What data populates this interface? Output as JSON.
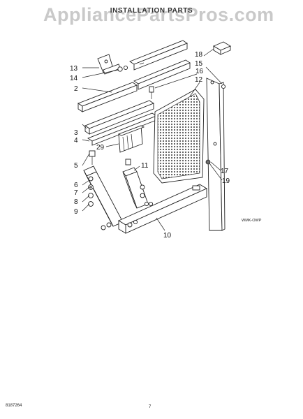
{
  "watermark": "AppliancePartsPros.com",
  "title": "INSTALLATION PARTS",
  "subtitle": "",
  "diagram_code": "WMK-OWP",
  "document_number": "8187264",
  "page_number": "7",
  "callouts": {
    "c2": "2",
    "c3": "3",
    "c4": "4",
    "c5": "5",
    "c6": "6",
    "c7": "7",
    "c8": "8",
    "c9": "9",
    "c10": "10",
    "c11": "11",
    "c12": "12",
    "c13": "13",
    "c14": "14",
    "c15": "15",
    "c16": "16",
    "c17": "17",
    "c18": "18",
    "c19": "19",
    "c29": "29"
  }
}
